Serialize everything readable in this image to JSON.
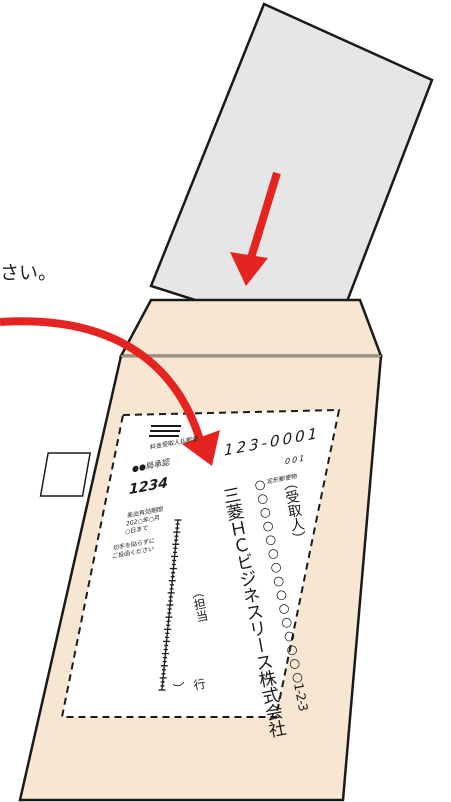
{
  "caption": "さい。",
  "label": {
    "postage_header": "料金受取人払郵便",
    "office_name": "●●局承認",
    "permit_number": "1234",
    "validity_line1": "差出有効期間",
    "validity_line2": "202○年○月",
    "validity_line3": "○日まで",
    "stamp_note_line1": "切手を貼らずに",
    "stamp_note_line2": "ご投函ください",
    "postal_code": "123-0001",
    "code_small": "001",
    "mail_type": "定形郵便物",
    "uketorinin": "（受取人）",
    "address": "○○○○○○○○○○○○○○○1-2-3",
    "company": "三菱ＨＣビジネスリース株式会社",
    "tanto": "（担当",
    "paren_close": "）",
    "suffix": "行"
  },
  "colors": {
    "envelope": "#f7e7d2",
    "card": "#e6e6e6",
    "arrow": "#e52421",
    "outline": "#1a1a1a"
  }
}
